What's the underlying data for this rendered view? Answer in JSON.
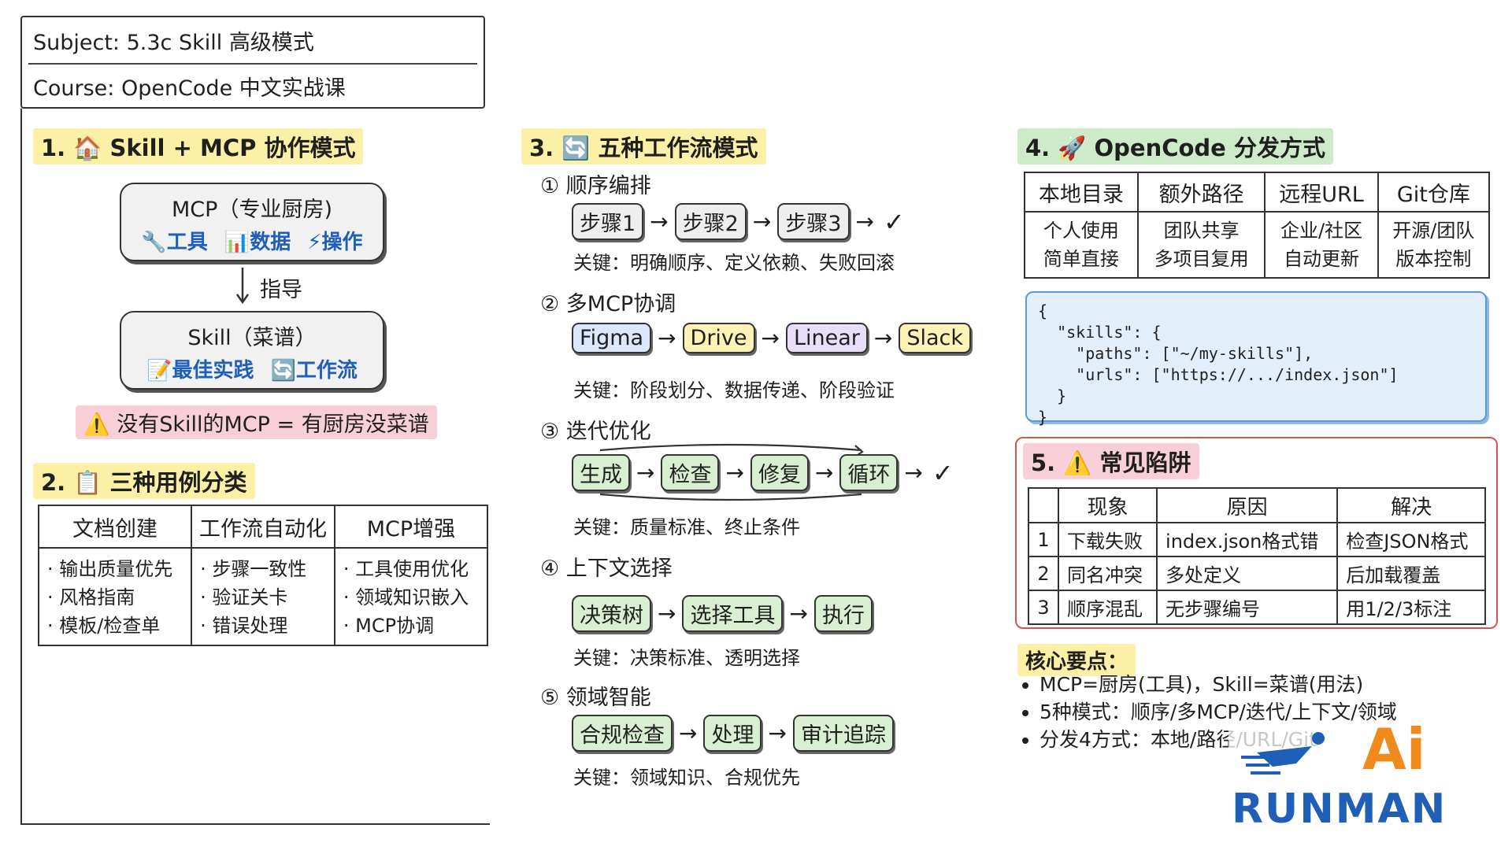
{
  "header": {
    "subject": "Subject: 5.3c Skill 高级模式",
    "course": "Course: OpenCode 中文实战课"
  },
  "section1": {
    "title": "1. 🏠 Skill + MCP 协作模式",
    "mcp_card": {
      "title": "MCP（专业厨房)",
      "items": [
        "🔧工具",
        "📊数据",
        "⚡操作"
      ]
    },
    "guide_label": "指导",
    "skill_card": {
      "title": "Skill（菜谱）",
      "items": [
        "📝最佳实践",
        "🔄工作流"
      ]
    },
    "warning": "⚠️ 没有Skill的MCP = 有厨房没菜谱"
  },
  "section2": {
    "title": "2. 📋 三种用例分类",
    "columns": [
      {
        "header": "文档创建",
        "items": [
          "· 输出质量优先",
          "· 风格指南",
          "· 模板/检查单"
        ]
      },
      {
        "header": "工作流自动化",
        "items": [
          "· 步骤一致性",
          "· 验证关卡",
          "· 错误处理"
        ]
      },
      {
        "header": "MCP增强",
        "items": [
          "· 工具使用优化",
          "· 领域知识嵌入",
          "· MCP协调"
        ]
      }
    ]
  },
  "section3": {
    "title": "3. 🔄 五种工作流模式",
    "patterns": [
      {
        "label": "① 顺序编排",
        "nodes": [
          "步骤1",
          "步骤2",
          "步骤3"
        ],
        "check": "✓",
        "key": "关键：明确顺序、定义依赖、失败回滚"
      },
      {
        "label": "② 多MCP协调",
        "nodes": [
          "Figma",
          "Drive",
          "Linear",
          "Slack"
        ],
        "key": "关键：阶段划分、数据传递、阶段验证"
      },
      {
        "label": "③ 迭代优化",
        "nodes": [
          "生成",
          "检查",
          "修复",
          "循环"
        ],
        "check": "✓",
        "key": "关键：质量标准、终止条件"
      },
      {
        "label": "④ 上下文选择",
        "nodes": [
          "决策树",
          "选择工具",
          "执行"
        ],
        "key": "关键：决策标准、透明选择"
      },
      {
        "label": "⑤ 领域智能",
        "nodes": [
          "合规检查",
          "处理",
          "审计追踪"
        ],
        "key": "关键：领域知识、合规优先"
      }
    ]
  },
  "section4": {
    "title": "4. 🚀 OpenCode 分发方式",
    "columns": [
      {
        "header": "本地目录",
        "lines": [
          "个人使用",
          "简单直接"
        ]
      },
      {
        "header": "额外路径",
        "lines": [
          "团队共享",
          "多项目复用"
        ]
      },
      {
        "header": "远程URL",
        "lines": [
          "企业/社区",
          "自动更新"
        ]
      },
      {
        "header": "Git仓库",
        "lines": [
          "开源/团队",
          "版本控制"
        ]
      }
    ],
    "code": "{\n  \"skills\": {\n    \"paths\": [\"~/my-skills\"],\n    \"urls\": [\"https://.../index.json\"]\n  }\n}"
  },
  "section5": {
    "title": "5. ⚠️ 常见陷阱",
    "headers": [
      "",
      "现象",
      "原因",
      "解决"
    ],
    "rows": [
      [
        "1",
        "下载失败",
        "index.json格式错",
        "检查JSON格式"
      ],
      [
        "2",
        "同名冲突",
        "多处定义",
        "后加载覆盖"
      ],
      [
        "3",
        "顺序混乱",
        "无步骤编号",
        "用1/2/3标注"
      ]
    ]
  },
  "core_points": {
    "title": "核心要点：",
    "items": [
      "MCP=厨房(工具)，Skill=菜谱(用法)",
      "5种模式：顺序/多MCP/迭代/上下文/领域",
      "分发4方式：本地/路径/URL/Git"
    ]
  },
  "watermark": {
    "line1": "Ai",
    "line2": "RUNMAN"
  },
  "colors": {
    "yellow_highlight": "#fcefa6",
    "green_highlight": "#cdebc8",
    "pink_highlight": "#f8cfd6",
    "code_blue": "#e3eefb",
    "trap_red": "#d9534f",
    "link_blue": "#1f5fb8"
  }
}
